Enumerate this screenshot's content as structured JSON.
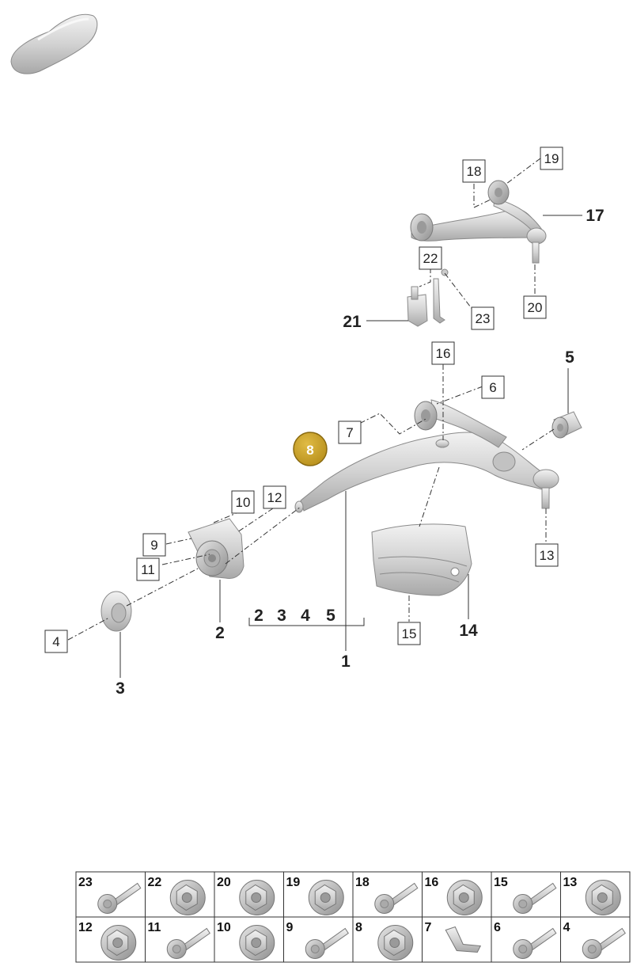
{
  "callouts": {
    "c1": "1",
    "c2": "2",
    "c3": "3",
    "c4": "4",
    "c5": "5",
    "c6": "6",
    "c7": "7",
    "c8": "8",
    "c9": "9",
    "c10": "10",
    "c11": "11",
    "c12": "12",
    "c13": "13",
    "c14": "14",
    "c15": "15",
    "c16": "16",
    "c17": "17",
    "c18": "18",
    "c19": "19",
    "c20": "20",
    "c21": "21",
    "c22": "22",
    "c23": "23"
  },
  "group_labels": [
    "2",
    "3",
    "4",
    "5"
  ],
  "thumbnails": {
    "row1": [
      "23",
      "22",
      "20",
      "19",
      "18",
      "16",
      "15",
      "13"
    ],
    "row2": [
      "12",
      "11",
      "10",
      "9",
      "8",
      "7",
      "6",
      "4"
    ]
  },
  "highlight": {
    "number": "8",
    "color": "#c9a227"
  },
  "colors": {
    "metal": "#d6d6d6",
    "outline": "#333333"
  }
}
